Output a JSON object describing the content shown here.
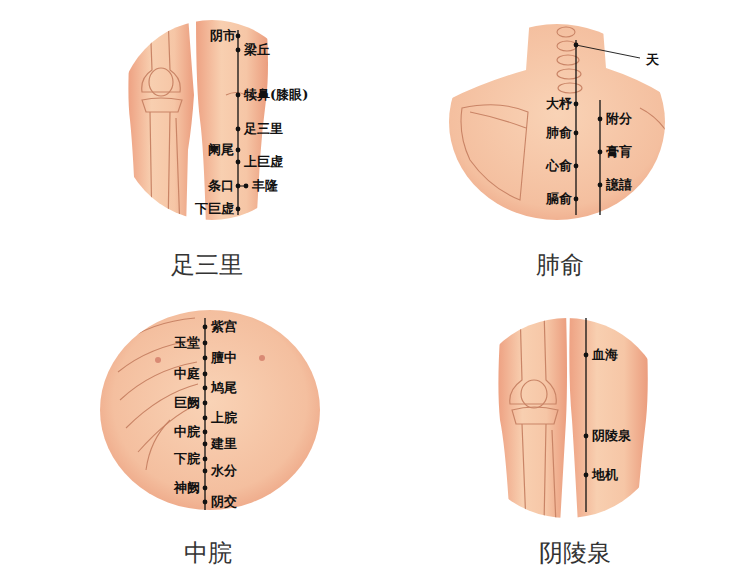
{
  "diagram": {
    "nodes": [
      {
        "text": [
          "足三里"
        ]
      },
      {
        "text": [
          "肺俞"
        ]
      },
      {
        "text": [
          "中脘"
        ]
      },
      {
        "text": [
          "阴陵泉"
        ]
      }
    ],
    "labels": [
      "阴市",
      "梁丘",
      "犊鼻(膝眼)",
      "足三里",
      "阑尾",
      "上巨虚",
      "条口",
      "丰隆",
      "下巨虚",
      "天",
      "大杼",
      "肺俞",
      "心俞",
      "膈俞",
      "附分",
      "膏肓",
      "譩譆",
      "紫宫",
      "玉堂",
      "膻中",
      "中庭",
      "鸠尾",
      "巨阙",
      "上脘",
      "中脘",
      "建里",
      "下脘",
      "水分",
      "神阙",
      "阴交",
      "血海",
      "阴陵泉",
      "地机"
    ]
  }
}
